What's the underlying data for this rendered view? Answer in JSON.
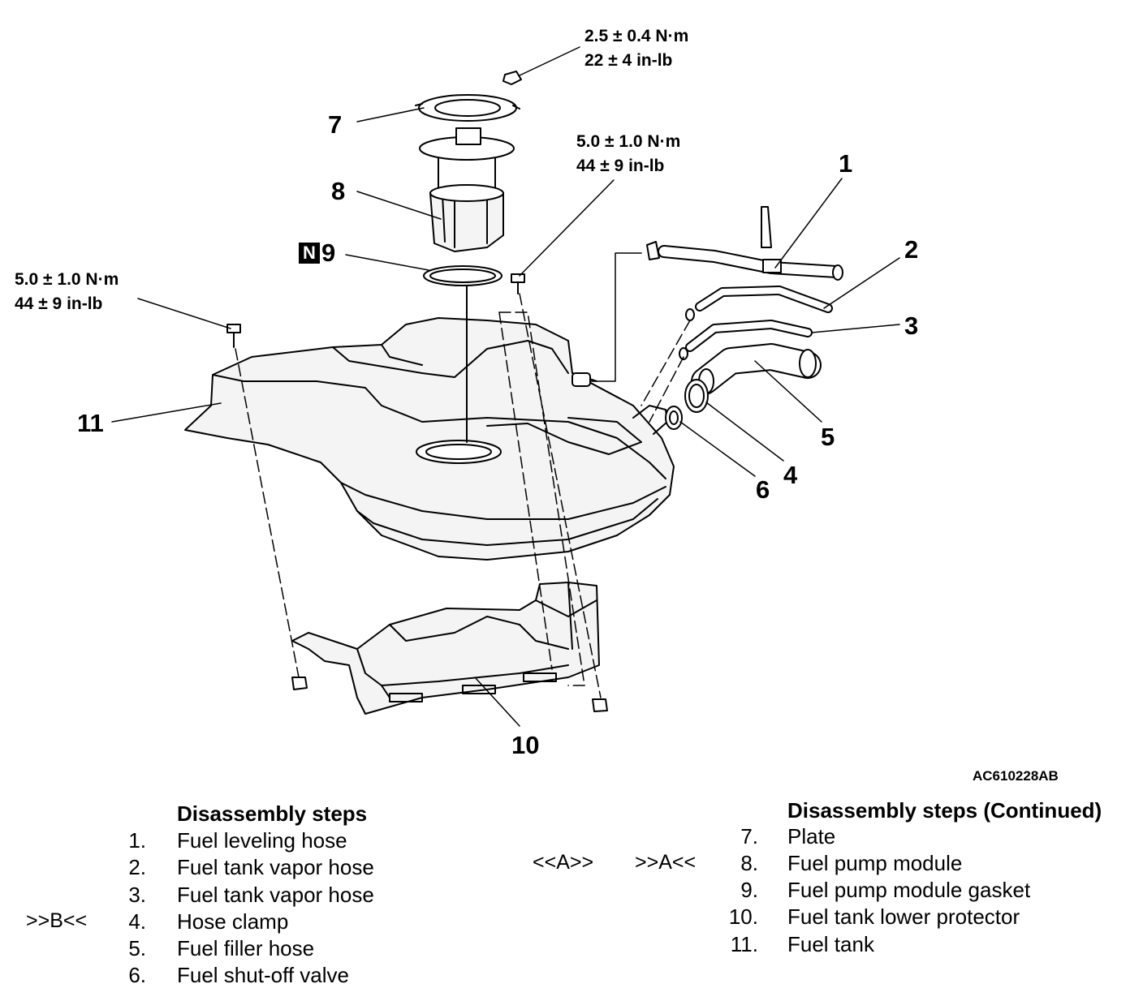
{
  "callouts": {
    "c1": "1",
    "c2": "2",
    "c3": "3",
    "c4": "4",
    "c5": "5",
    "c6": "6",
    "c7": "7",
    "c8": "8",
    "c9": "9",
    "c10": "10",
    "c11": "11"
  },
  "badge_9": "N",
  "torques": {
    "plate_bolt": {
      "metric": "2.5 ± 0.4 N·m",
      "imperial": "22 ± 4 in-lb"
    },
    "protector_bolt_right": {
      "metric": "5.0 ± 1.0 N·m",
      "imperial": "44 ± 9 in-lb"
    },
    "protector_bolt_left": {
      "metric": "5.0 ± 1.0 N·m",
      "imperial": "44 ± 9 in-lb"
    }
  },
  "figure_id": "AC610228AB",
  "steps_left": {
    "header": "Disassembly steps",
    "items": [
      {
        "num": "1.",
        "label": "Fuel leveling hose",
        "marker": ""
      },
      {
        "num": "2.",
        "label": "Fuel tank vapor hose",
        "marker": ""
      },
      {
        "num": "3.",
        "label": "Fuel tank vapor hose",
        "marker": ""
      },
      {
        "num": "4.",
        "label": "Hose clamp",
        "marker": ">>B<<"
      },
      {
        "num": "5.",
        "label": "Fuel filler hose",
        "marker": ""
      },
      {
        "num": "6.",
        "label": "Fuel shut-off valve",
        "marker": ""
      }
    ]
  },
  "steps_right": {
    "header": "Disassembly steps (Continued)",
    "items": [
      {
        "num": "7.",
        "label": "Plate"
      },
      {
        "num": "8.",
        "label": "Fuel pump module"
      },
      {
        "num": "9.",
        "label": "Fuel pump module gasket"
      },
      {
        "num": "10.",
        "label": "Fuel tank lower protector"
      },
      {
        "num": "11.",
        "label": "Fuel tank"
      }
    ]
  },
  "markers_8": {
    "removal": "<<A>>",
    "install": ">>A<<"
  }
}
